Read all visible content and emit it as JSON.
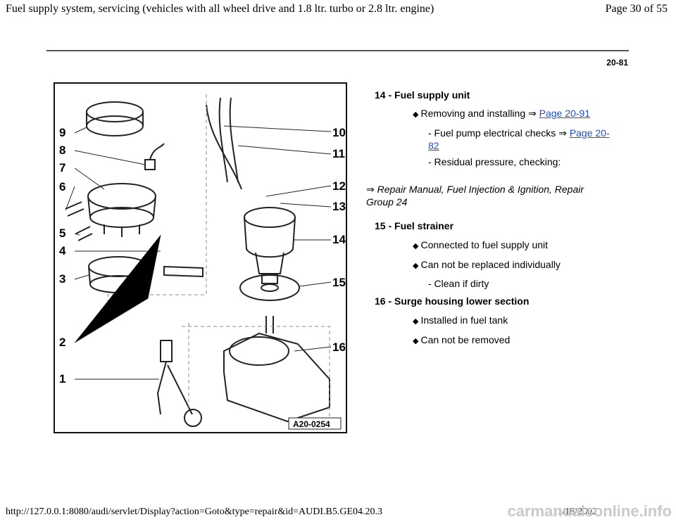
{
  "header": {
    "title": "Fuel supply system, servicing (vehicles with all wheel drive and 1.8 ltr. turbo or 2.8 ltr. engine)",
    "page_label": "Page 30 of 55"
  },
  "page_number": "20-81",
  "figure": {
    "code": "A20-0254",
    "labels": [
      "9",
      "8",
      "7",
      "6",
      "5",
      "4",
      "3",
      "2",
      "1",
      "10",
      "11",
      "12",
      "13",
      "14",
      "15",
      "16"
    ]
  },
  "items": {
    "i14": {
      "title": "14 - Fuel supply unit",
      "b1": "Removing and installing",
      "b1_link": "Page 20-91",
      "s1": "- Fuel pump electrical checks",
      "s1_link_a": "Page 20-",
      "s1_link_b": "82",
      "s2": "- Residual pressure, checking:",
      "ref": "Repair Manual, Fuel Injection & Ignition, Repair",
      "ref2": "Group 24"
    },
    "i15": {
      "title": "15 - Fuel strainer",
      "b1": "Connected to fuel supply unit",
      "b2": "Can not be replaced individually",
      "s1": "- Clean if dirty"
    },
    "i16": {
      "title": "16 - Surge housing lower section",
      "b1": "Installed in fuel tank",
      "b2": "Can not be removed"
    }
  },
  "symbols": {
    "arrow": "⇒",
    "diamond": "◆"
  },
  "footer": {
    "url": "http://127.0.0.1:8080/audi/servlet/Display?action=Goto&type=repair&id=AUDI.B5.GE04.20.3",
    "date": "11/18/2002",
    "watermark": "carmanualsonline.info"
  }
}
